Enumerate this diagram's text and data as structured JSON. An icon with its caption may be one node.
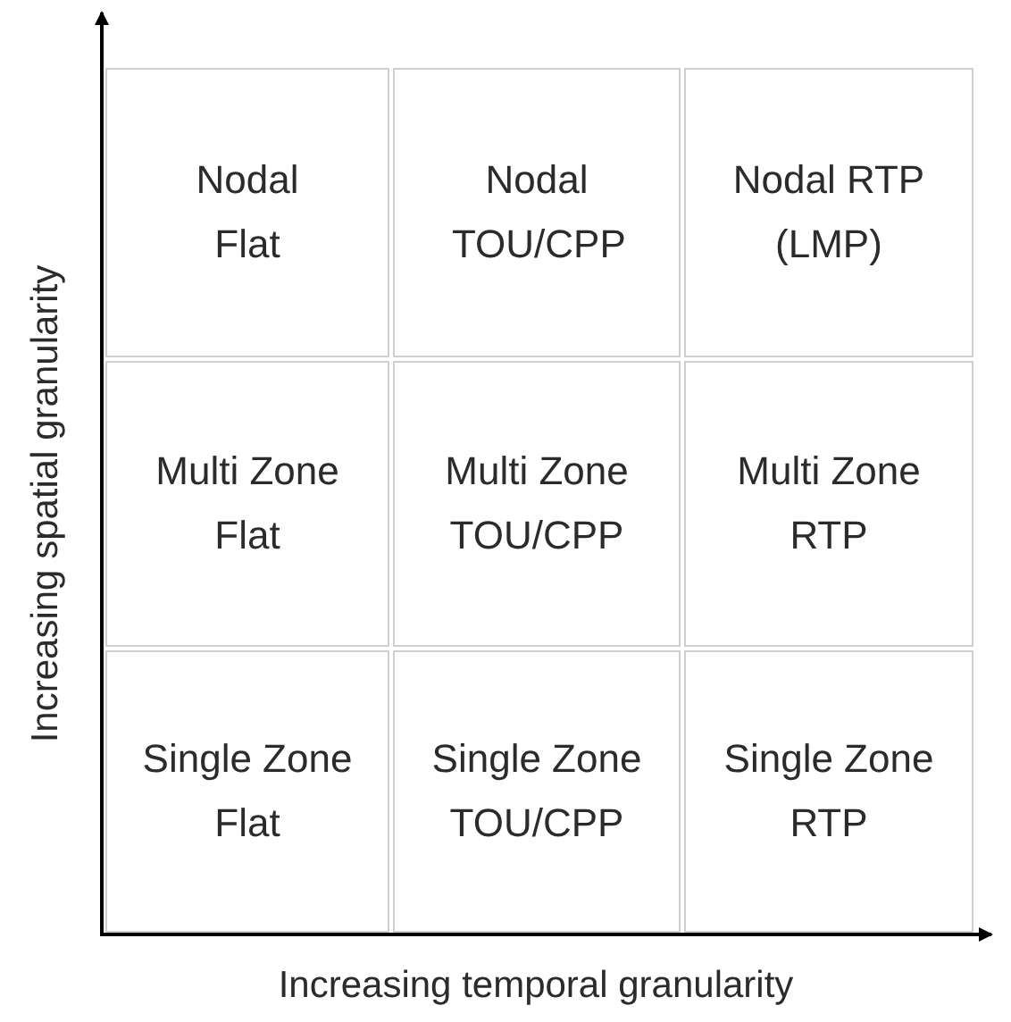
{
  "diagram": {
    "nodes": [
      {
        "text": [
          "Nodal Flat"
        ]
      },
      {
        "text": [
          "Nodal TOU/CPP"
        ]
      },
      {
        "text": [
          "Nodal RTP (LMP)"
        ]
      },
      {
        "text": [
          "Multi Zone Flat"
        ]
      },
      {
        "text": [
          "Multi Zone TOU/CPP"
        ]
      },
      {
        "text": [
          "Multi Zone RTP"
        ]
      },
      {
        "text": [
          "Single Zone Flat"
        ]
      },
      {
        "text": [
          "Single Zone TOU/CPP"
        ]
      },
      {
        "text": [
          "Single Zone RTP"
        ]
      }
    ],
    "labels": [
      "Increasing spatial granularity",
      "Increasing temporal granularity"
    ]
  }
}
